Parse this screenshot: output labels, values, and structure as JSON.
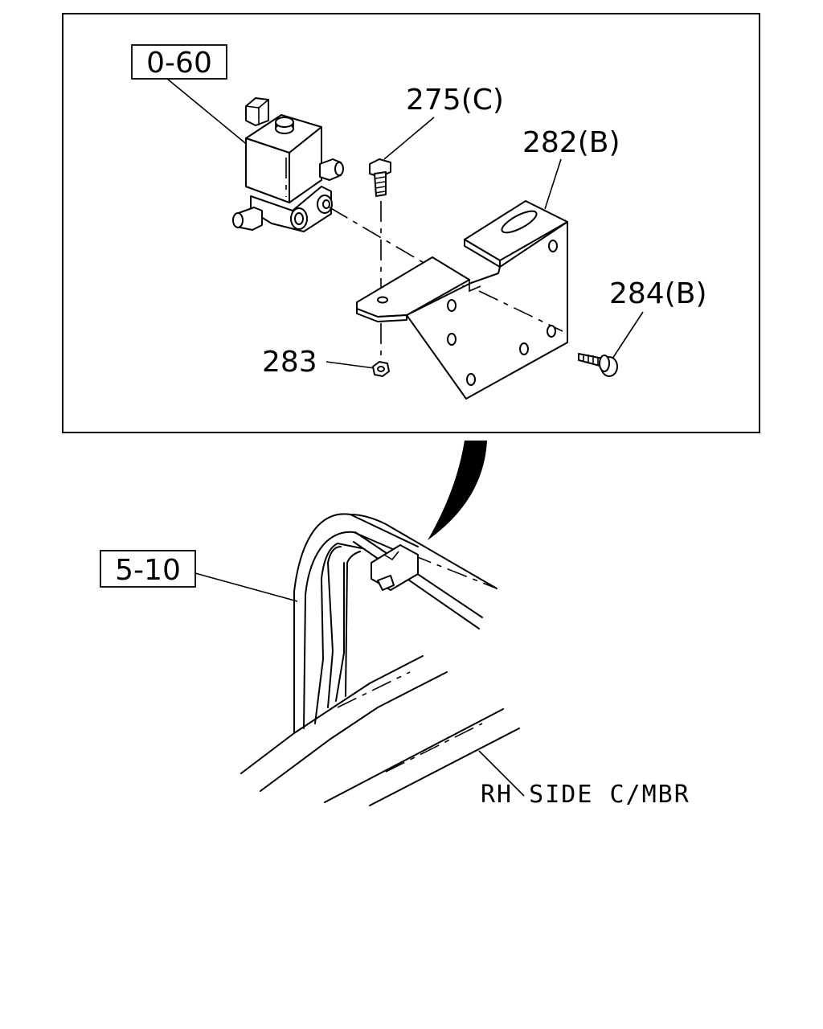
{
  "labels": {
    "ref_0_60": "0-60",
    "part_275": "275(C)",
    "part_282": "282(B)",
    "part_284": "284(B)",
    "part_283": "283",
    "ref_5_10": "5-10",
    "rh_side": "RH SIDE C/MBR"
  },
  "colors": {
    "ink": "#000000",
    "paper": "#ffffff"
  }
}
